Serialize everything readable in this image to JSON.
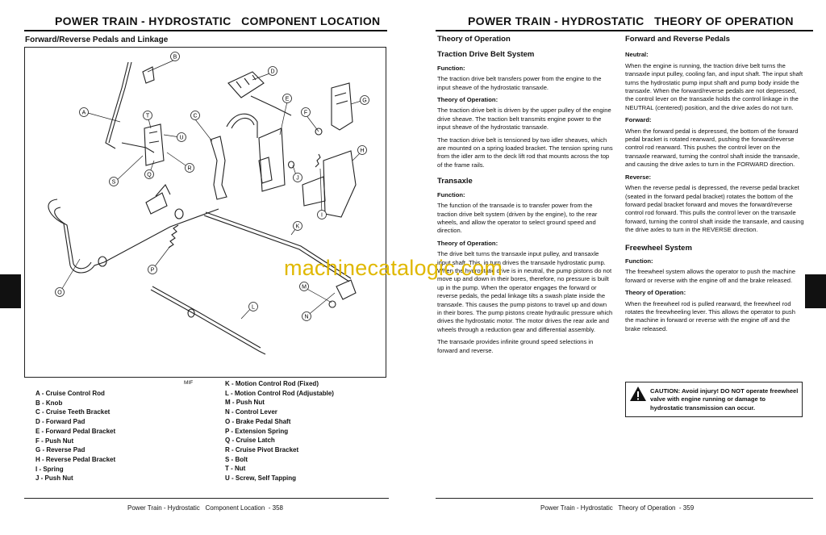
{
  "left": {
    "title": "POWER TRAIN - HYDROSTATIC   COMPONENT LOCATION",
    "subhead": "Forward/Reverse Pedals and Linkage",
    "figure_code": "MIF",
    "callouts": [
      "A",
      "B",
      "C",
      "D",
      "E",
      "F",
      "G",
      "H",
      "I",
      "J",
      "K",
      "L",
      "M",
      "N",
      "O",
      "P",
      "Q",
      "R",
      "S",
      "T",
      "U"
    ],
    "legend_left": [
      "A  - Cruise Control Rod",
      "B  - Knob",
      "C  - Cruise Teeth Bracket",
      "D  - Forward Pad",
      "E  - Forward Pedal Bracket",
      "F  - Push Nut",
      "G  - Reverse Pad",
      "H  - Reverse Pedal Bracket",
      "I   - Spring",
      "J  - Push Nut"
    ],
    "legend_right": [
      "K  - Motion Control Rod (Fixed)",
      "L  - Motion Control Rod (Adjustable)",
      "M  - Push Nut",
      "N  - Control Lever",
      "O  - Brake Pedal Shaft",
      "P  - Extension Spring",
      "Q  - Cruise Latch",
      "R  - Cruise Pivot Bracket",
      "S  - Bolt",
      "T  - Nut",
      "U  - Screw, Self Tapping"
    ],
    "footer": "Power Train - Hydrostatic   Component Location  - 358"
  },
  "right": {
    "title": "POWER TRAIN - HYDROSTATIC   THEORY OF OPERATION",
    "col1": {
      "top_heading": "Theory of Operation",
      "sec1_heading": "Traction Drive Belt System",
      "sec1_function_label": "Function:",
      "sec1_function_text": "The traction drive belt transfers power from the engine to the input sheave of the hydrostatic transaxle.",
      "sec1_theory_label": "Theory of Operation:",
      "sec1_theory_p1": "The traction drive belt is driven by the upper pulley of the engine drive sheave. The traction belt transmits engine power to the input sheave of the hydrostatic transaxle.",
      "sec1_theory_p2": "The traction drive belt is tensioned by two idler sheaves, which are mounted on a spring loaded bracket. The tension spring runs from the idler arm to the deck lift rod that mounts across the top of the frame rails.",
      "sec2_heading": "Transaxle",
      "sec2_function_label": "Function:",
      "sec2_function_text": "The function of the transaxle is to transfer power from the traction drive belt system (driven by the engine), to the rear wheels, and allow the operator to select ground speed and direction.",
      "sec2_theory_label": "Theory of Operation:",
      "sec2_theory_p1": "The drive belt turns the transaxle input pulley, and transaxle input shaft. This, in turn drives the transaxle hydrostatic pump. When the hydrostatic drive is in neutral, the pump pistons do not move up and down in their bores, therefore, no pressure is built up in the pump. When the operator engages the forward or reverse pedals, the pedal linkage tilts a swash plate inside the transaxle. This causes the pump pistons to travel up and down in their bores. The pump pistons create hydraulic pressure which drives the hydrostatic motor. The motor drives the rear axle and wheels through a reduction gear and differential assembly.",
      "sec2_theory_p2": "The transaxle provides infinite ground speed selections in forward and reverse."
    },
    "col2": {
      "heading": "Forward and Reverse Pedals",
      "neutral_label": "Neutral:",
      "neutral_text": "When the engine is running, the traction drive belt turns the transaxle input pulley, cooling fan, and input shaft. The input shaft turns the hydrostatic pump input shaft and pump body inside the transaxle. When the forward/reverse pedals are not depressed, the control lever on the transaxle holds the control linkage in the NEUTRAL (centered) position, and the drive axles do not turn.",
      "forward_label": "Forward:",
      "forward_text": "When the forward pedal is depressed, the bottom of the forward pedal bracket is rotated rearward, pushing the forward/reverse control rod rearward. This pushes the control lever on the transaxle rearward, turning the control shaft inside the transaxle, and causing the drive axles to turn in the FORWARD direction.",
      "reverse_label": "Reverse:",
      "reverse_text": "When the reverse pedal is depressed, the reverse pedal bracket (seated in the forward pedal bracket) rotates the bottom of the forward pedal bracket forward and moves the forward/reverse control rod forward. This pulls the control lever on the transaxle forward, turning the control shaft inside the transaxle, and causing the drive axles to turn in the REVERSE direction.",
      "freewheel_heading": "Freewheel System",
      "fw_function_label": "Function:",
      "fw_function_text": "The freewheel system allows the operator to push the machine forward or reverse with the engine off and the brake released.",
      "fw_theory_label": "Theory of Operation:",
      "fw_theory_text": "When the freewheel rod is pulled rearward, the freewheel rod rotates the freewheeling lever. This allows the operator to push the machine in forward or reverse with the engine off and the brake released.",
      "caution_text": "CAUTION: Avoid injury! DO NOT operate freewheel valve with engine running or damage to hydrostatic transmission can occur."
    },
    "footer": "Power Train - Hydrostatic   Theory of Operation  - 359"
  },
  "watermark": "machinecatalogic.com"
}
